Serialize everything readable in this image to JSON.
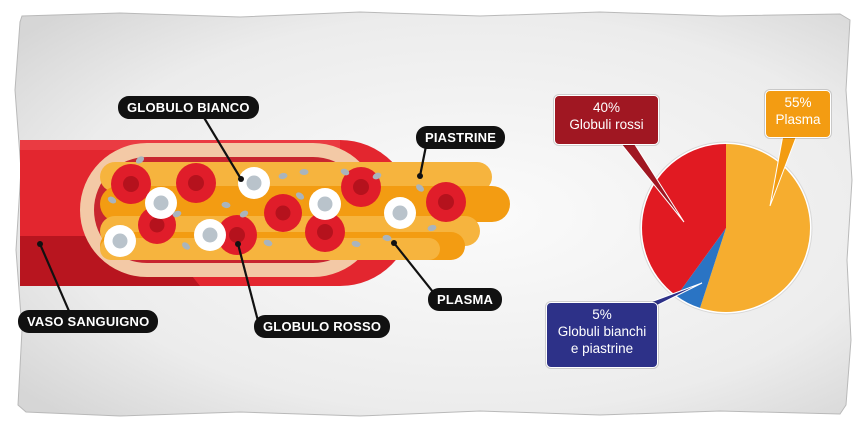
{
  "colors": {
    "vessel_wall": "#e3262f",
    "vessel_inner": "#f3c9a6",
    "plasma": "#f5a623",
    "red_cell": "#e01d2a",
    "white_cell": "#ffffff",
    "platelet": "#a9b4bd",
    "pie_plasma": "#f6ad2f",
    "pie_red": "#e11a22",
    "pie_white": "#2a74c4",
    "label_red_bg": "#a01722",
    "label_plasma_bg": "#f39c12",
    "label_white_bg": "#2d3188",
    "callout_bg": "#111111"
  },
  "diagram": {
    "callouts": {
      "white_cell": "GLOBULO BIANCO",
      "platelets": "PIASTRINE",
      "vessel": "VASO SANGUIGNO",
      "red_cell": "GLOBULO ROSSO",
      "plasma": "PLASMA"
    }
  },
  "chart_data": {
    "type": "pie",
    "slices": [
      {
        "name": "Plasma",
        "value": 55,
        "percent_label": "55%",
        "color": "#f6ad2f"
      },
      {
        "name": "Globuli rossi",
        "value": 40,
        "percent_label": "40%",
        "color": "#e11a22"
      },
      {
        "name": "Globuli bianchi e piastrine",
        "value": 5,
        "percent_label": "5%",
        "color": "#2a74c4"
      }
    ],
    "labels": {
      "plasma": {
        "percent": "55%",
        "text": "Plasma"
      },
      "red": {
        "percent": "40%",
        "text": "Globuli rossi"
      },
      "white": {
        "percent": "5%",
        "line1": "Globuli bianchi",
        "line2": "e piastrine"
      }
    }
  }
}
